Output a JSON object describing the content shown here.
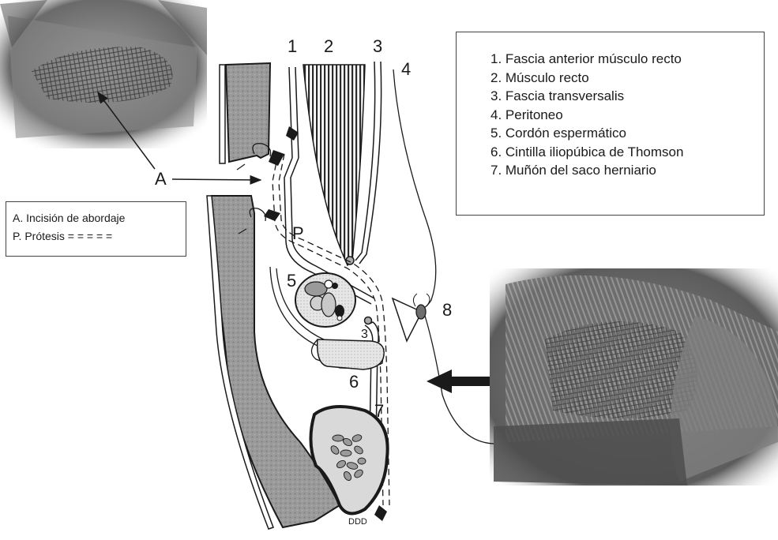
{
  "legend": {
    "items": [
      "1. Fascia anterior músculo recto",
      "2. Músculo recto",
      "3. Fascia transversalis",
      "4. Peritoneo",
      "5. Cordón espermático",
      "6. Cintilla iliopúbica de Thomson",
      "7. Muñón del saco herniario"
    ]
  },
  "key": {
    "line1": "A. Incisión de abordaje",
    "line2": "P. Prótesis = = = = ="
  },
  "labels": {
    "n1": "1",
    "n2": "2",
    "n3": "3",
    "n4": "4",
    "n5": "5",
    "n6": "6",
    "n7": "7",
    "n8": "8",
    "n3_small": "3",
    "A": "A",
    "P": "P",
    "DDD": "DDD"
  },
  "colors": {
    "tissue_gray": "#8f8f8f",
    "stroke": "#1a1a1a",
    "light_fill": "#d8d8d8"
  },
  "photos": [
    {
      "name": "photo-mesh-top-left"
    },
    {
      "name": "photo-mesh-bottom-right"
    }
  ]
}
